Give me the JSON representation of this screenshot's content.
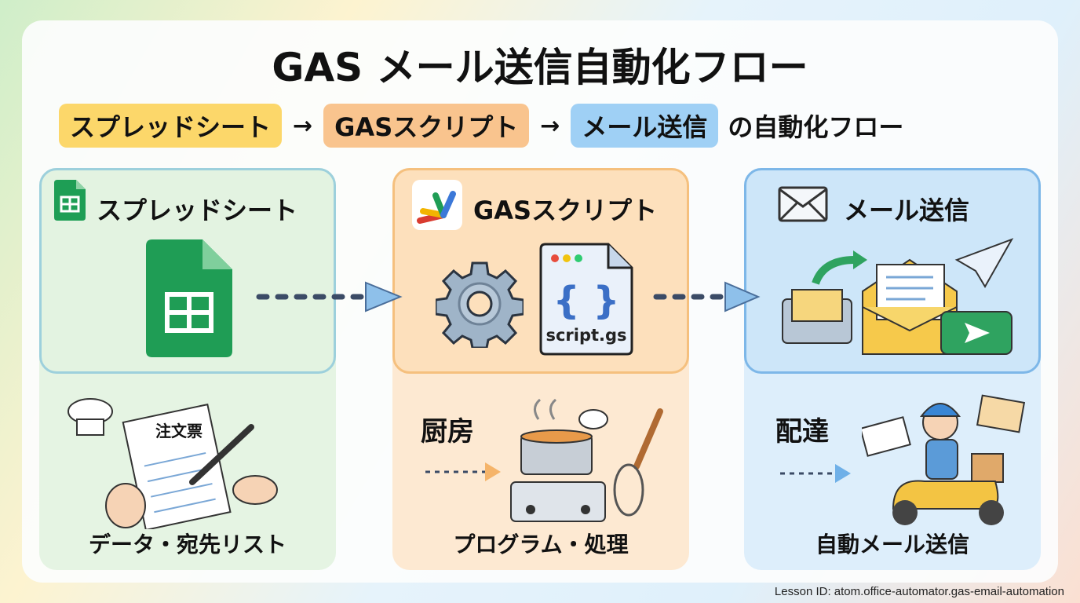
{
  "title": "GAS メール送信自動化フロー",
  "subtitle": {
    "steps": [
      "スプレッドシート",
      "GASスクリプト",
      "メール送信"
    ],
    "arrow": "→",
    "suffix": "の自動化フロー"
  },
  "colors": {
    "yellow": "#fcd76a",
    "orange": "#f9c48e",
    "blue": "#9fd0f5"
  },
  "columns": [
    {
      "heading": "スプレッドシート",
      "icon": "google-sheets-icon",
      "illustration_label": "注文票",
      "caption": "データ・宛先リスト"
    },
    {
      "heading": "GASスクリプト",
      "icon": "apps-script-icon",
      "file_label": "script.gs",
      "illustration_label": "厨房",
      "caption": "プログラム・処理"
    },
    {
      "heading": "メール送信",
      "icon": "envelope-icon",
      "illustration_label": "配達",
      "caption": "自動メール送信"
    }
  ],
  "lesson_id": "Lesson ID: atom.office-automator.gas-email-automation"
}
